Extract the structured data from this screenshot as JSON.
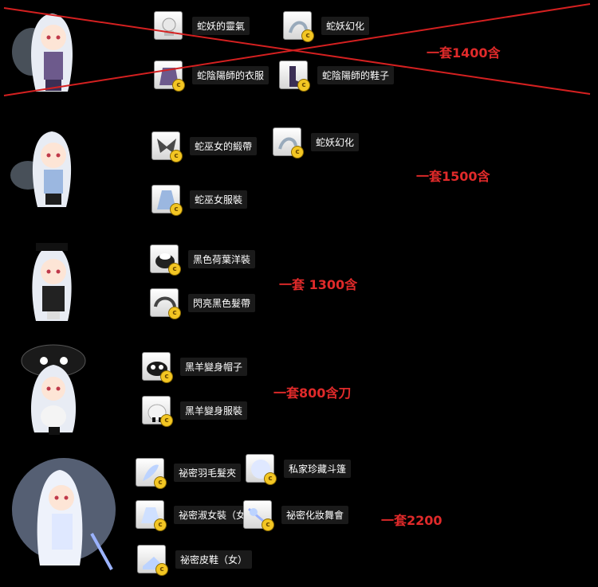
{
  "sets": [
    {
      "price": "一套1400含",
      "items": [
        {
          "label": "蛇妖的靈氣",
          "icon": "aura-icon"
        },
        {
          "label": "蛇妖幻化",
          "icon": "snake-icon"
        },
        {
          "label": "蛇陰陽師的衣服",
          "icon": "robe-icon"
        },
        {
          "label": "蛇陰陽師的鞋子",
          "icon": "boots-icon"
        }
      ]
    },
    {
      "price": "一套1500含",
      "items": [
        {
          "label": "蛇巫女的緞帶",
          "icon": "ribbon-icon"
        },
        {
          "label": "蛇妖幻化",
          "icon": "snake-icon"
        },
        {
          "label": "蛇巫女服裝",
          "icon": "dress-icon"
        }
      ]
    },
    {
      "price": "一套 1300含",
      "items": [
        {
          "label": "黑色荷葉洋裝",
          "icon": "dress-icon"
        },
        {
          "label": "閃亮黑色髮帶",
          "icon": "headband-icon"
        }
      ]
    },
    {
      "price": "一套800含刀",
      "items": [
        {
          "label": "黑羊變身帽子",
          "icon": "sheep-hat-icon"
        },
        {
          "label": "黑羊變身服裝",
          "icon": "sheep-suit-icon"
        }
      ]
    },
    {
      "price": "一套2200",
      "items": [
        {
          "label": "祕密羽毛髮夾",
          "icon": "feather-icon"
        },
        {
          "label": "私家珍藏斗篷",
          "icon": "cape-icon"
        },
        {
          "label": "祕密淑女裝（女）",
          "icon": "dress-icon"
        },
        {
          "label": "祕密化妝舞會",
          "icon": "mask-icon"
        },
        {
          "label": "祕密皮鞋（女）",
          "icon": "shoe-icon"
        }
      ]
    }
  ],
  "coin_glyph": "c",
  "colors": {
    "price": "#e02a2a",
    "cross": "#d42020",
    "background": "#000000"
  }
}
